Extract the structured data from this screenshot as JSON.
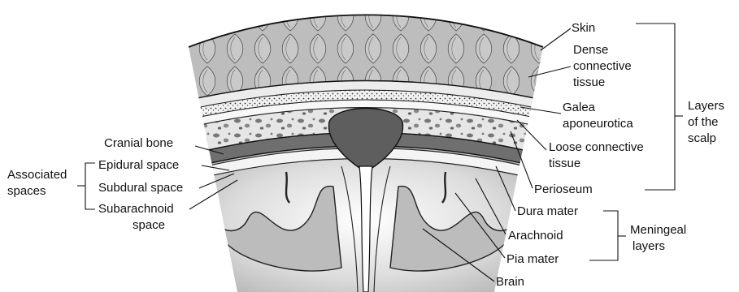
{
  "scalp_labels": {
    "skin": "Skin",
    "dense": [
      "Dense",
      "connective",
      "tissue"
    ],
    "galea": [
      "Galea",
      "aponeurotica"
    ],
    "loose": [
      "Loose connective",
      "tissue"
    ],
    "perioseum": "Perioseum"
  },
  "scalp_group": [
    "Layers",
    "of the",
    "scalp"
  ],
  "left_labels": {
    "cranial_bone": "Cranial bone",
    "epidural": "Epidural space",
    "subdural": "Subdural space",
    "subarachnoid": [
      "Subarachnoid",
      "space"
    ]
  },
  "spaces_group": [
    "Associated",
    "spaces"
  ],
  "meninges_labels": {
    "dura": "Dura mater",
    "arachnoid": "Arachnoid",
    "pia": "Pia mater"
  },
  "meninges_group": [
    "Meningeal",
    "layers"
  ],
  "brain": "Brain",
  "colors": {
    "skin": "#bdbdbd",
    "bone": "#e8e8e8",
    "sinus": "#6f6f6f",
    "brain": "#c4c4c4",
    "line": "#111111"
  }
}
